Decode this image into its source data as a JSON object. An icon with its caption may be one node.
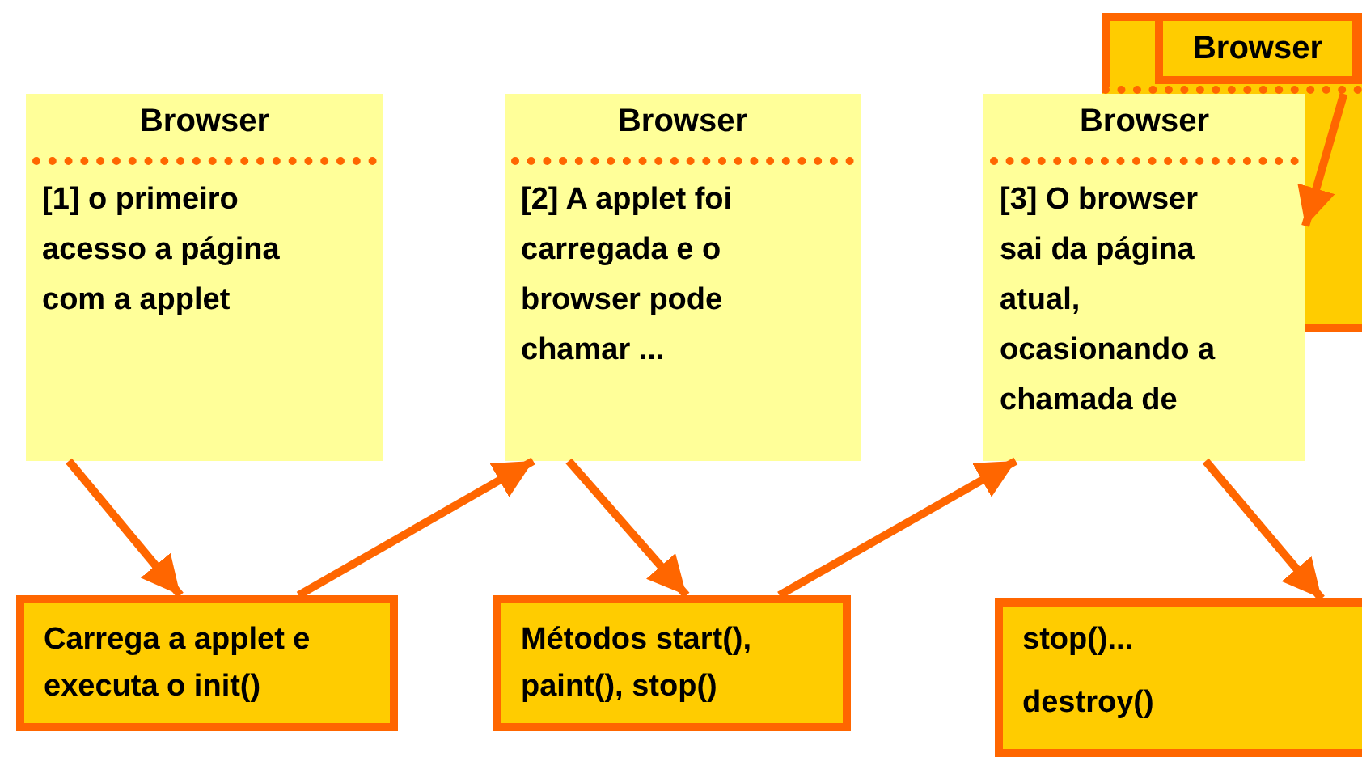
{
  "diagram": {
    "nodes": [
      {
        "text": [
          "Browser",
          "[1] o primeiro acesso a página com a applet"
        ]
      },
      {
        "text": [
          "Browser",
          "[2] A applet foi carregada e o browser pode chamar ..."
        ]
      },
      {
        "text": [
          "Browser",
          "[3] O browser sai da página atual, ocasionando a chamada de"
        ]
      },
      {
        "text": [
          "Browser"
        ]
      },
      {
        "text": [
          "Carrega a applet e executa o init()"
        ]
      },
      {
        "text": [
          "Métodos start(), paint(), stop()"
        ]
      },
      {
        "text": [
          "stop()...",
          "destroy()"
        ]
      }
    ],
    "edges": [
      {
        "from": 0,
        "to": 4,
        "arrow": "to"
      },
      {
        "from": 4,
        "to": 1,
        "arrow": "to"
      },
      {
        "from": 1,
        "to": 5,
        "arrow": "to"
      },
      {
        "from": 5,
        "to": 2,
        "arrow": "to"
      },
      {
        "from": 2,
        "to": 6,
        "arrow": "to"
      },
      {
        "from": 3,
        "to": 2,
        "arrow": "to"
      }
    ]
  }
}
